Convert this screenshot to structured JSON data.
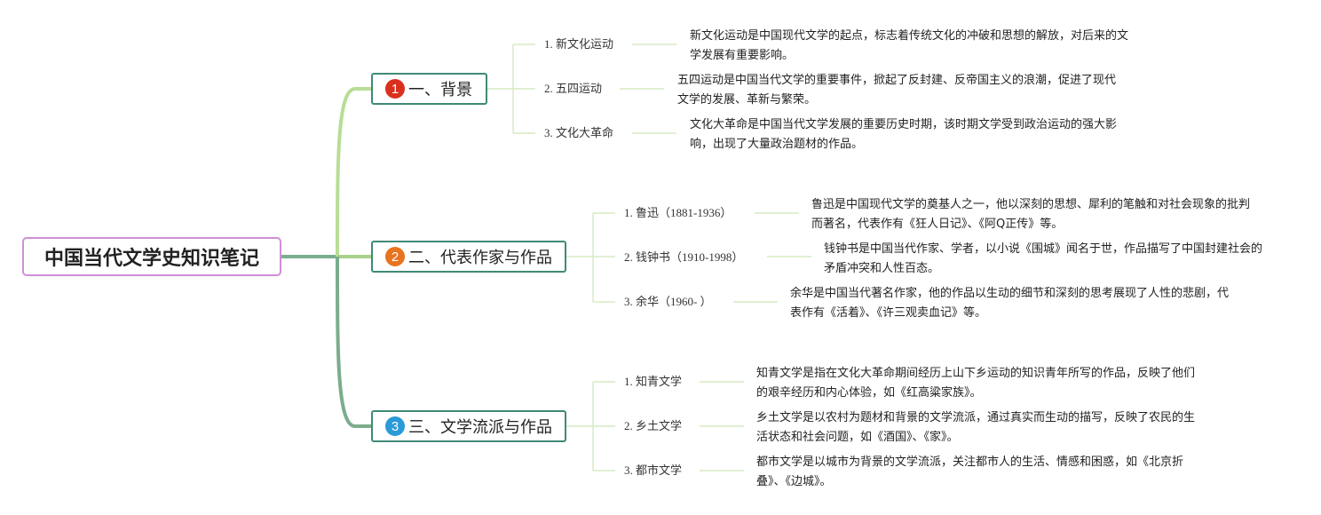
{
  "root": {
    "title": "中国当代文学史知识笔记"
  },
  "colors": {
    "line_light": "#b8dd96",
    "line_dark": "#7aad8c",
    "root_border": "#cf8fd6",
    "node_border": "#3f8a76"
  },
  "sections": [
    {
      "number": "1",
      "badge_color": "#d9301d",
      "title": "一、背景",
      "items": [
        {
          "label": "1. 新文化运动",
          "desc": "新文化运动是中国现代文学的起点，标志着传统文化的冲破和思想的解放，对后来的文学发展有重要影响。"
        },
        {
          "label": "2. 五四运动",
          "desc": "五四运动是中国当代文学的重要事件，掀起了反封建、反帝国主义的浪潮，促进了现代文学的发展、革新与繁荣。"
        },
        {
          "label": "3. 文化大革命",
          "desc": "文化大革命是中国当代文学发展的重要历史时期，该时期文学受到政治运动的强大影响，出现了大量政治题材的作品。"
        }
      ]
    },
    {
      "number": "2",
      "badge_color": "#e8731f",
      "title": "二、代表作家与作品",
      "items": [
        {
          "label": "1. 鲁迅（1881-1936）",
          "desc": "鲁迅是中国现代文学的奠基人之一，他以深刻的思想、犀利的笔触和对社会现象的批判而著名，代表作有《狂人日记》、《阿Q正传》等。"
        },
        {
          "label": "2. 钱钟书（1910-1998）",
          "desc": "钱钟书是中国当代作家、学者，以小说《围城》闻名于世，作品描写了中国封建社会的矛盾冲突和人性百态。"
        },
        {
          "label": "3. 余华（1960- ）",
          "desc": "余华是中国当代著名作家，他的作品以生动的细节和深刻的思考展现了人性的悲剧，代表作有《活着》、《许三观卖血记》等。"
        }
      ]
    },
    {
      "number": "3",
      "badge_color": "#2a9ad8",
      "title": "三、文学流派与作品",
      "items": [
        {
          "label": "1. 知青文学",
          "desc": "知青文学是指在文化大革命期间经历上山下乡运动的知识青年所写的作品，反映了他们的艰辛经历和内心体验，如《红高粱家族》。"
        },
        {
          "label": "2. 乡土文学",
          "desc": "乡土文学是以农村为题材和背景的文学流派，通过真实而生动的描写，反映了农民的生活状态和社会问题，如《酒国》、《家》。"
        },
        {
          "label": "3. 都市文学",
          "desc": "都市文学是以城市为背景的文学流派，关注都市人的生活、情感和困惑，如《北京折叠》、《边城》。"
        }
      ]
    }
  ]
}
